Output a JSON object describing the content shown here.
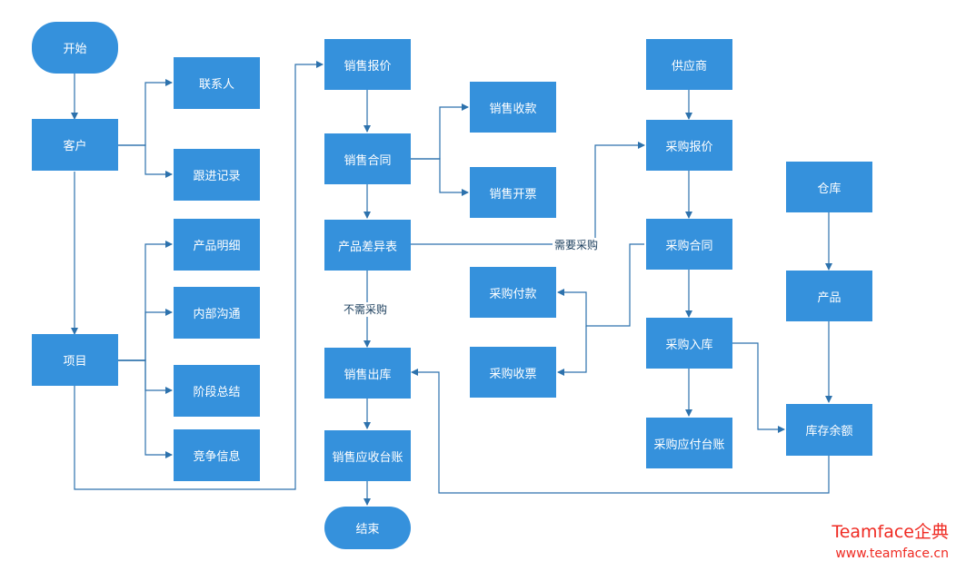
{
  "nodes": {
    "start": "开始",
    "customer": "客户",
    "contact": "联系人",
    "followup": "跟进记录",
    "product_detail": "产品明细",
    "internal_comm": "内部沟通",
    "stage_summary": "阶段总结",
    "competition": "竞争信息",
    "project": "项目",
    "sales_quote": "销售报价",
    "sales_contract": "销售合同",
    "sales_receipt": "销售收款",
    "sales_invoice": "销售开票",
    "product_diff": "产品差异表",
    "sales_outbound": "销售出库",
    "sales_ar_ledger": "销售应收台账",
    "end": "结束",
    "supplier": "供应商",
    "purchase_quote": "采购报价",
    "purchase_contract": "采购合同",
    "purchase_payment": "采购付款",
    "purchase_receipt_invoice": "采购收票",
    "purchase_inbound": "采购入库",
    "purchase_ap_ledger": "采购应付台账",
    "warehouse": "仓库",
    "product": "产品",
    "inventory_balance": "库存余额"
  },
  "edge_labels": {
    "need_purchase": "需要采购",
    "no_purchase": "不需采购"
  },
  "branding": {
    "name": "Teamface企典",
    "url": "www.teamface.cn"
  },
  "colors": {
    "node_fill": "#3591dc",
    "connector": "#2d72ad",
    "brand_text": "#ef2a22"
  }
}
